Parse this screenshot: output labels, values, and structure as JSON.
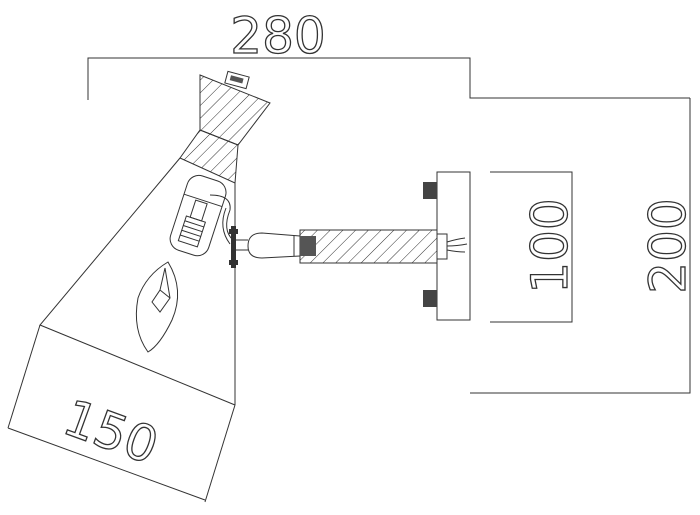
{
  "dimensions": {
    "width": "280",
    "height": "200",
    "plate": "100",
    "shade": "150"
  },
  "colors": {
    "line": "#333333",
    "background": "#ffffff"
  }
}
